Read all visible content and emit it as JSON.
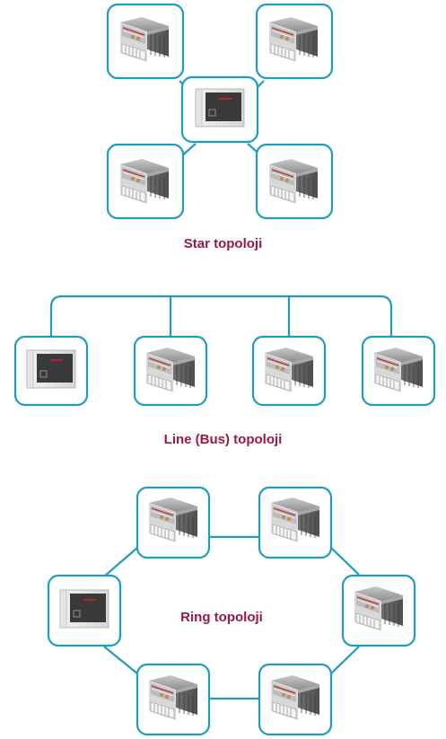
{
  "topologies": [
    {
      "id": "star",
      "label": "Star topoloji"
    },
    {
      "id": "line",
      "label": "Line (Bus) topoloji"
    },
    {
      "id": "ring",
      "label": "Ring topoloji"
    }
  ],
  "colors": {
    "link": "#1e9cc0",
    "node_border": "#1e9cc0",
    "label": "#9b1a3c",
    "master_screen": "#3a3a3a",
    "master_led": "#d0202b"
  }
}
